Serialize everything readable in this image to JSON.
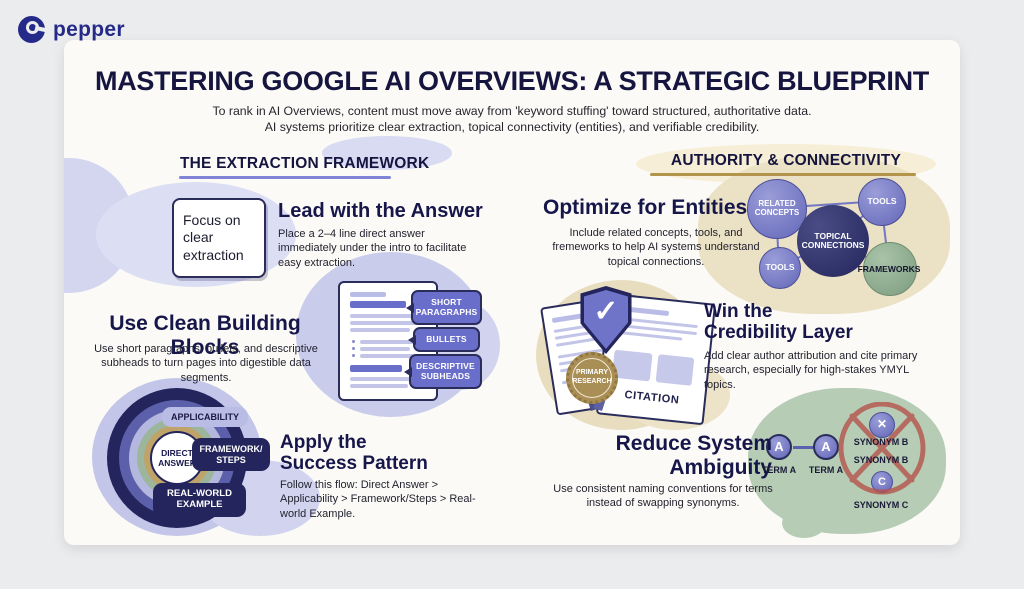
{
  "brand": {
    "name": "pepper"
  },
  "header": {
    "title": "MASTERING GOOGLE AI OVERVIEWS: A STRATEGIC BLUEPRINT",
    "subtitle1": "To rank in AI Overviews, content must move away from 'keyword stuffing' toward structured, authoritative data.",
    "subtitle2": "AI systems prioritize clear extraction, topical connectivity (entities), and verifiable credibility."
  },
  "left": {
    "header": "THE EXTRACTION FRAMEWORK",
    "lead": {
      "box": "Focus on clear extraction",
      "heading": "Lead with the Answer",
      "body": "Place a 2–4 line direct answer immediately under the intro to facilitate easy extraction."
    },
    "blocks": {
      "heading": "Use Clean Building Blocks",
      "body": "Use short paragraphs, bullets, and descriptive subheads to turn pages into digestible data segments.",
      "tags": [
        "SHORT PARAGRAPHS",
        "BULLETS",
        "DESCRIPTIVE SUBHEADS"
      ]
    },
    "pattern": {
      "heading1": "Apply the",
      "heading2": "Success Pattern",
      "body": "Follow this flow: Direct Answer > Applicability > Framework/Steps > Real-world Example.",
      "center": "DIRECT ANSWER",
      "labels": [
        "APPLICABILITY",
        "FRAMEWORK/ STEPS",
        "REAL-WORLD EXAMPLE"
      ]
    }
  },
  "right": {
    "header": "AUTHORITY & CONNECTIVITY",
    "entities": {
      "heading": "Optimize for Entities",
      "body": "Include related concepts, tools, and fremeworks to help AI systems understand topical connections.",
      "nodes": [
        "RELATED CONCEPTS",
        "TOOLS",
        "TOPICAL CONNECTIONS",
        "TOOLS",
        "FRAMEWORKS"
      ]
    },
    "credibility": {
      "heading1": "Win the",
      "heading2": "Credibility Layer",
      "body": "Add clear author attribution and cite primary research, especially for high-stakes YMYL topics.",
      "badge": "PRIMARY RESEARCH",
      "citation": "CITATION"
    },
    "ambiguity": {
      "heading1": "Reduce System",
      "heading2": "Ambiguity",
      "body": "Use consistent naming conventions for terms instead of swapping synonyms.",
      "term_letter": "A",
      "c_letter": "C",
      "terms": [
        "TERM A",
        "TERM A"
      ],
      "synonyms": [
        "SYNONYM B",
        "SYNONYM B",
        "SYNONYM C"
      ]
    }
  },
  "icons": {
    "check": "✓",
    "x": "✕"
  },
  "colors": {
    "navy": "#23255c",
    "purple": "#6a6ecb",
    "lavender": "#cdd0ec",
    "gold": "#b3964a",
    "cream": "#f5ecd4",
    "beige": "#eae0c4",
    "green_node": "#8fac92",
    "green_blob": "#b6ccb5",
    "red_cross": "#b5534b",
    "page_bg": "#ebecee",
    "card_bg": "#fbfaf6"
  }
}
